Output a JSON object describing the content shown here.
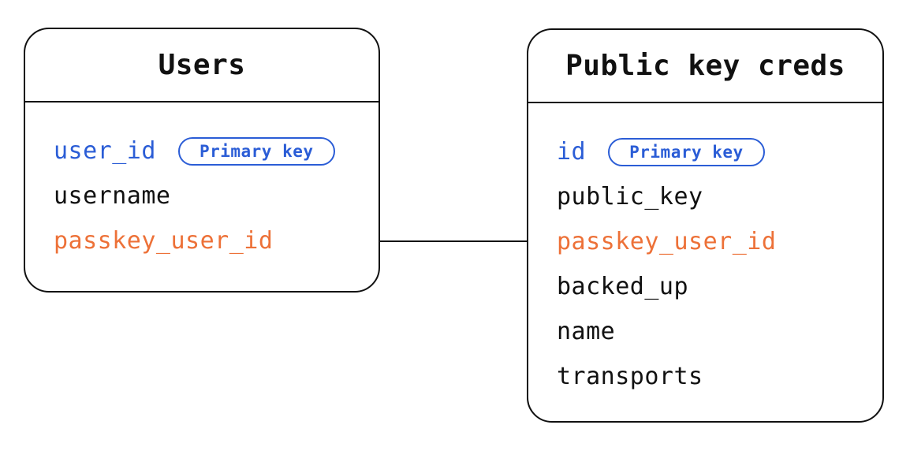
{
  "diagram": {
    "type": "entity-relationship",
    "background": "#ffffff"
  },
  "colors": {
    "primary_blue": "#2B5DD6",
    "accent_orange": "#ED7138",
    "text_black": "#111111",
    "line_black": "#111111"
  },
  "tables": [
    {
      "id": "users",
      "title": "Users",
      "fields": [
        {
          "name": "user_id",
          "color": "blue",
          "badge": "Primary key"
        },
        {
          "name": "username",
          "color": "black"
        },
        {
          "name": "passkey_user_id",
          "color": "orange"
        }
      ]
    },
    {
      "id": "public-key-creds",
      "title": "Public key creds",
      "fields": [
        {
          "name": "id",
          "color": "blue",
          "badge": "Primary key"
        },
        {
          "name": "public_key",
          "color": "black"
        },
        {
          "name": "passkey_user_id",
          "color": "orange"
        },
        {
          "name": "backed_up",
          "color": "black"
        },
        {
          "name": "name",
          "color": "black"
        },
        {
          "name": "transports",
          "color": "black"
        }
      ]
    }
  ],
  "relationship": {
    "from_table": "Users",
    "from_field": "passkey_user_id",
    "to_table": "Public key creds",
    "to_field": "passkey_user_id",
    "style": "straight-horizontal-line"
  }
}
